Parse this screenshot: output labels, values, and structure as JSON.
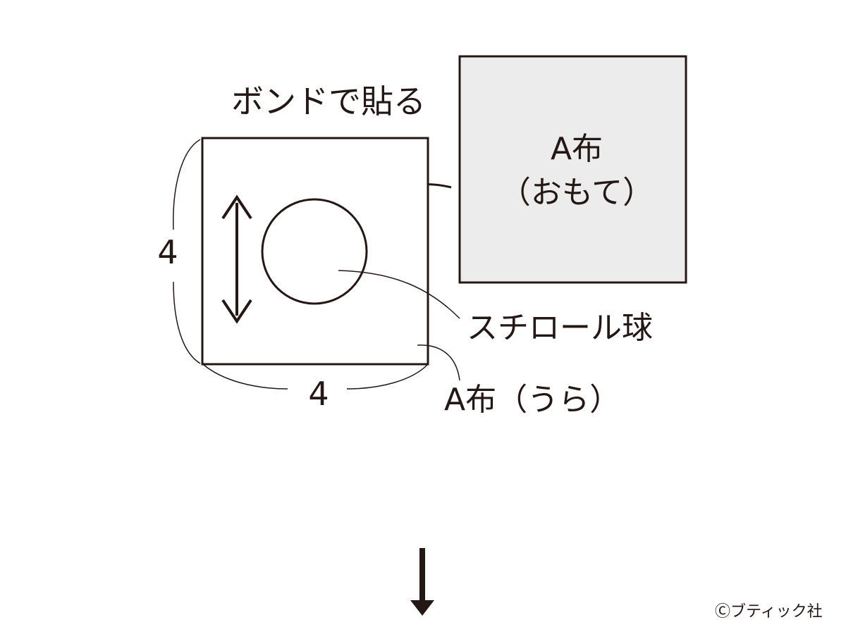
{
  "labels": {
    "glue_instruction": "ボンドで貼る",
    "fabric_front_line1": "A布",
    "fabric_front_line2": "（おもて）",
    "styrofoam_ball": "スチロール球",
    "fabric_back": "A布（うら）",
    "dimension_height": "4",
    "dimension_width": "4"
  },
  "footer": {
    "copyright": "Ⓒブティック社"
  },
  "colors": {
    "ink": "#231815",
    "front_fabric_fill": "#ececec",
    "background": "#ffffff"
  }
}
